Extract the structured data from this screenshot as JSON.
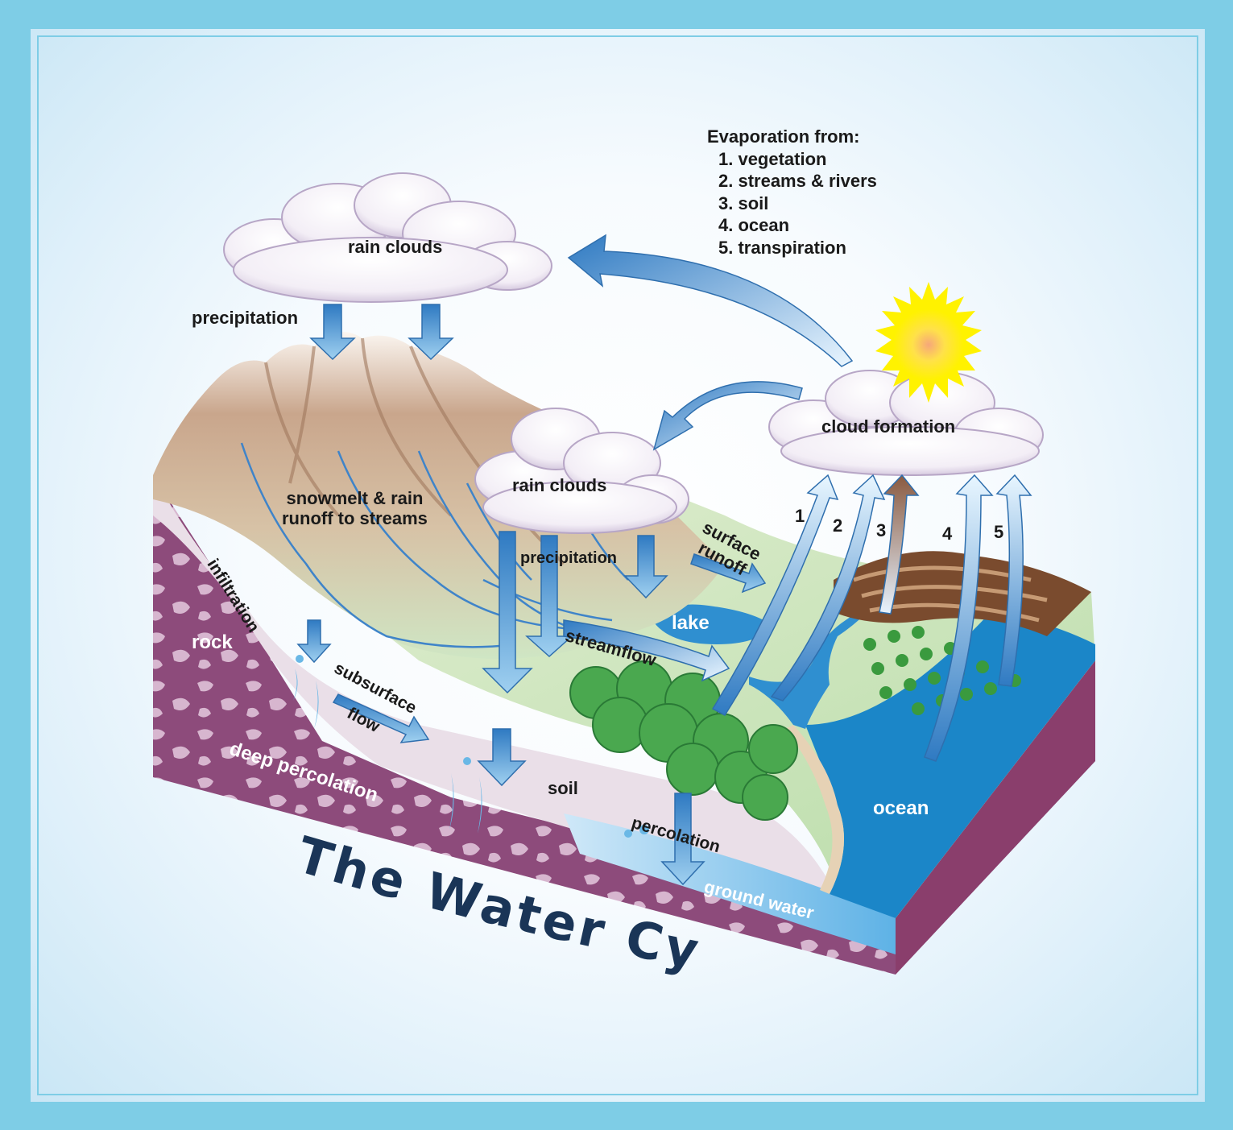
{
  "evaporation": {
    "heading": "Evaporation from:",
    "items": [
      "1. vegetation",
      "2. streams & rivers",
      "3. soil",
      "4. ocean",
      "5. transpiration"
    ]
  },
  "labels": {
    "rain_clouds_top": "rain clouds",
    "rain_clouds_mid": "rain clouds",
    "precipitation_top": "precipitation",
    "precipitation_mid": "precipitation",
    "cloud_formation": "cloud formation",
    "snowmelt_line1": "snowmelt & rain",
    "snowmelt_line2": "runoff to streams",
    "surface_runoff_line1": "surface",
    "surface_runoff_line2": "runoff",
    "lake": "lake",
    "streamflow": "streamflow",
    "infiltration": "infiltration",
    "rock": "rock",
    "subsurface_line1": "subsurface",
    "subsurface_line2": "flow",
    "deep_percolation": "deep percolation",
    "soil": "soil",
    "percolation": "percolation",
    "ground_water": "ground water",
    "ocean": "ocean",
    "arrow_numbers": [
      "1",
      "2",
      "3",
      "4",
      "5"
    ]
  },
  "title": "The Water Cycle",
  "colors": {
    "background_border": "#7ecde6",
    "arrow_blue": "#3a86c8",
    "rock": "#8a4a78",
    "ocean": "#1b86c8",
    "title": "#1a3557"
  },
  "icons": [
    "sun-icon",
    "cloud-icon",
    "tree-icon"
  ]
}
